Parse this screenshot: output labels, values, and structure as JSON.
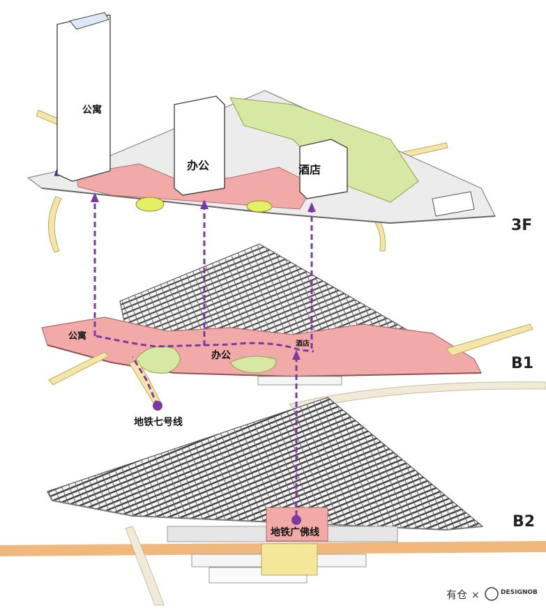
{
  "colors": {
    "route": "#7a3aa0",
    "retail": "#f2aaa8",
    "green": "#cfe3a2",
    "metro": "#f0b070",
    "slab": "#ededed",
    "parking": "#4a4a4a"
  },
  "levels": {
    "l3f": "3F",
    "lb1": "B1",
    "lb2": "B2"
  },
  "labels_3f": {
    "apartment": "公寓",
    "office": "办公",
    "hotel": "酒店"
  },
  "labels_b1": {
    "apartment": "公寓",
    "office": "办公",
    "hotel": "酒店",
    "metro7": "地铁七号线"
  },
  "labels_b2": {
    "metro_gf": "地铁广佛线"
  },
  "watermark": {
    "text": "有仓",
    "brand": "DESIGNOB"
  }
}
